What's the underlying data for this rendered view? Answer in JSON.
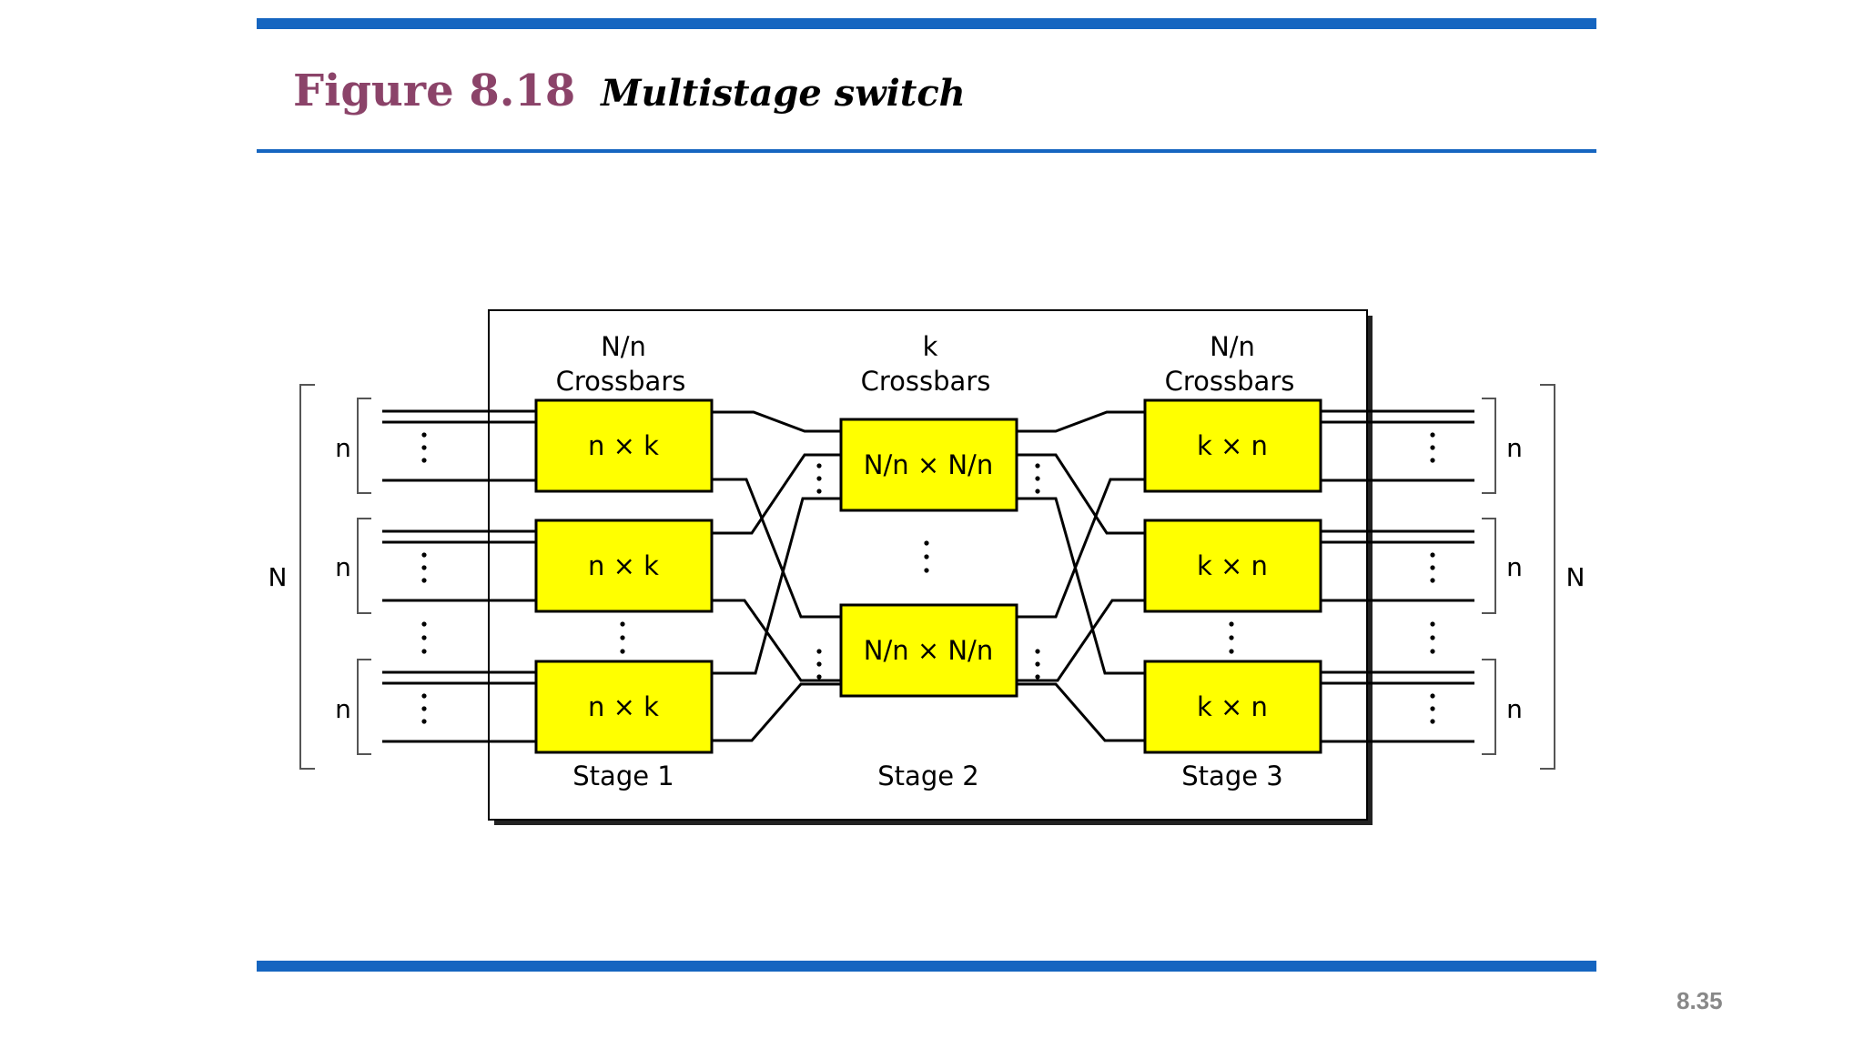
{
  "figure": {
    "number": "Figure 8.18",
    "title": "Multistage switch"
  },
  "page_number": "8.35",
  "colors": {
    "accent_bar": "#1565c0",
    "figure_number": "#8b4369",
    "box_fill": "#ffff00",
    "line": "#000000"
  },
  "diagram": {
    "stage1": {
      "header": [
        "N/n",
        "Crossbars"
      ],
      "boxes": [
        "n × k",
        "n × k",
        "n × k"
      ],
      "label": "Stage 1"
    },
    "stage2": {
      "header": [
        "k",
        "Crossbars"
      ],
      "boxes": [
        "N/n × N/n",
        "N/n × N/n"
      ],
      "label": "Stage 2"
    },
    "stage3": {
      "header": [
        "N/n",
        "Crossbars"
      ],
      "boxes": [
        "k × n",
        "k × n",
        "k × n"
      ],
      "label": "Stage 3"
    },
    "input_group_label": "n",
    "output_group_label": "n",
    "total_inputs_label": "N",
    "total_outputs_label": "N"
  }
}
